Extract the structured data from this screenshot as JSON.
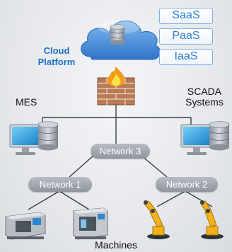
{
  "cloud": {
    "label_line1": "Cloud",
    "label_line2": "Platform",
    "services": [
      "SaaS",
      "PaaS",
      "IaaS"
    ]
  },
  "nodes": {
    "mes": "MES",
    "scada_line1": "SCADA",
    "scada_line2": "Systems",
    "machines": "Machines"
  },
  "networks": {
    "net3": "Network 3",
    "net1": "Network 1",
    "net2": "Network 2"
  },
  "icons": [
    "cloud-icon",
    "database-icon",
    "firewall-icon",
    "fire-icon",
    "monitor-icon",
    "cnc-machine-icon",
    "robot-arm-icon"
  ],
  "colors": {
    "accent": "#1f6fc9",
    "cloud": "#4a90e2",
    "network_pill": "#a1a6ae",
    "robot": "#f2b11a"
  }
}
